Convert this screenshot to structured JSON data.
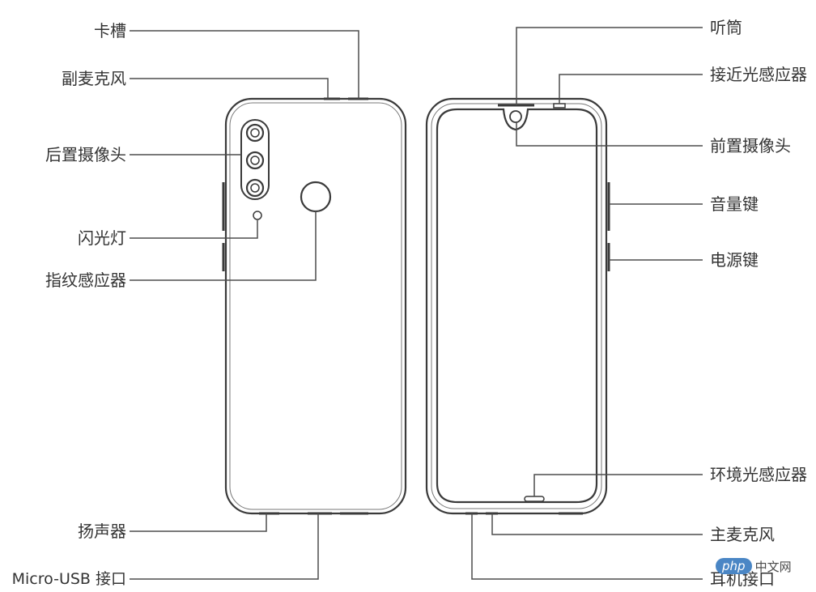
{
  "labels_left": {
    "card_slot": "卡槽",
    "secondary_mic": "副麦克风",
    "rear_camera": "后置摄像头",
    "flash": "闪光灯",
    "fingerprint": "指纹感应器",
    "speaker": "扬声器",
    "micro_usb": "Micro-USB 接口"
  },
  "labels_right": {
    "earpiece": "听筒",
    "proximity_sensor": "接近光感应器",
    "front_camera": "前置摄像头",
    "volume_key": "音量键",
    "power_key": "电源键",
    "ambient_light_sensor": "环境光感应器",
    "main_mic": "主麦克风",
    "headphone_jack": "耳机接口"
  },
  "watermark": {
    "badge": "php",
    "text": "中文网"
  },
  "colors": {
    "line": "#4d4d4d",
    "text": "#333333",
    "watermark_badge": "#4a86c5"
  }
}
